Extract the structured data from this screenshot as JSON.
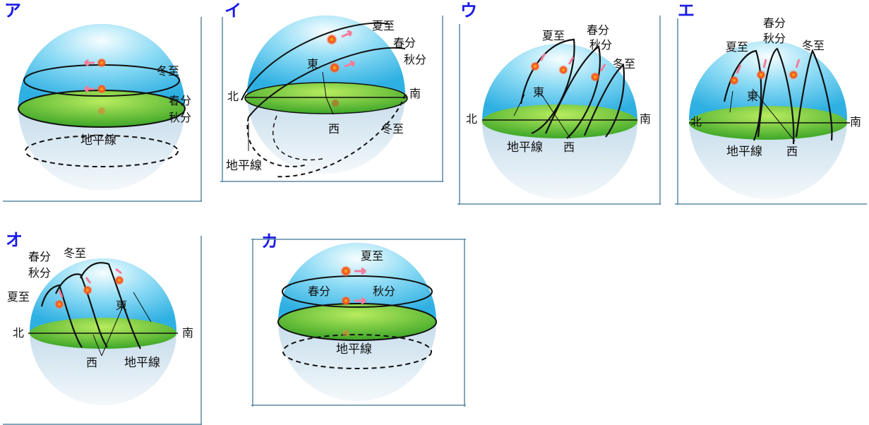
{
  "labels": {
    "a": "ア",
    "i": "イ",
    "u": "ウ",
    "e": "エ",
    "o": "オ",
    "ka": "カ"
  },
  "terms": {
    "horizon": "地平線",
    "summer_solstice": "夏至",
    "winter_solstice": "冬至",
    "spring_equinox": "春分",
    "autumn_equinox": "秋分",
    "north": "北",
    "south": "南",
    "east": "東",
    "west": "西"
  },
  "colors": {
    "label_blue": "#1a1ae6",
    "sky_top": "#e8f8ff",
    "sky_mid": "#59c7ef",
    "ground_light": "#9be04c",
    "ground_dark": "#3fa92a",
    "lower_sphere": "#8fb8d6",
    "sun": "#f05a1e",
    "arrow": "#f57b9a"
  }
}
